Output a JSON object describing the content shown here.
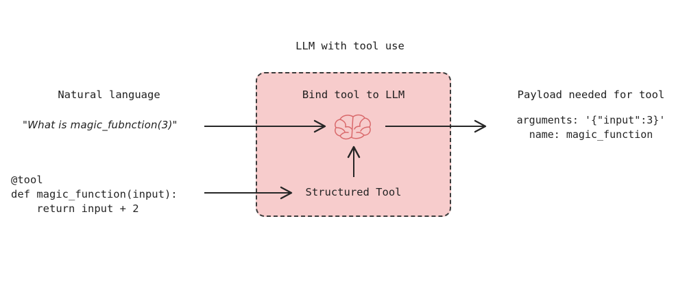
{
  "diagram": {
    "title": "LLM with tool use",
    "background_color": "#ffffff",
    "box": {
      "header": "Bind tool to LLM",
      "fill_color": "#f7cccc",
      "border_color": "#3b3b3b",
      "border_style": "dashed",
      "inner_label": "Structured Tool",
      "icon": "brain-icon",
      "icon_color": "#d9696b"
    },
    "left": {
      "heading": "Natural language",
      "example_query": "\"What is magic_fubnction(3)\"",
      "code_lines": [
        "@tool",
        "def magic_function(input):",
        "    return input + 2"
      ]
    },
    "right": {
      "heading": "Payload needed for tool",
      "payload_lines": [
        "arguments: '{\"input\":3}'",
        "name: magic_function"
      ]
    },
    "arrows": [
      {
        "name": "arrow-query-to-llm",
        "from": "natural language query",
        "to": "brain"
      },
      {
        "name": "arrow-llm-to-payload",
        "from": "brain",
        "to": "payload"
      },
      {
        "name": "arrow-code-to-structured-tool",
        "from": "tool code",
        "to": "structured tool"
      },
      {
        "name": "arrow-structured-tool-to-llm",
        "from": "structured tool",
        "to": "brain"
      }
    ]
  }
}
